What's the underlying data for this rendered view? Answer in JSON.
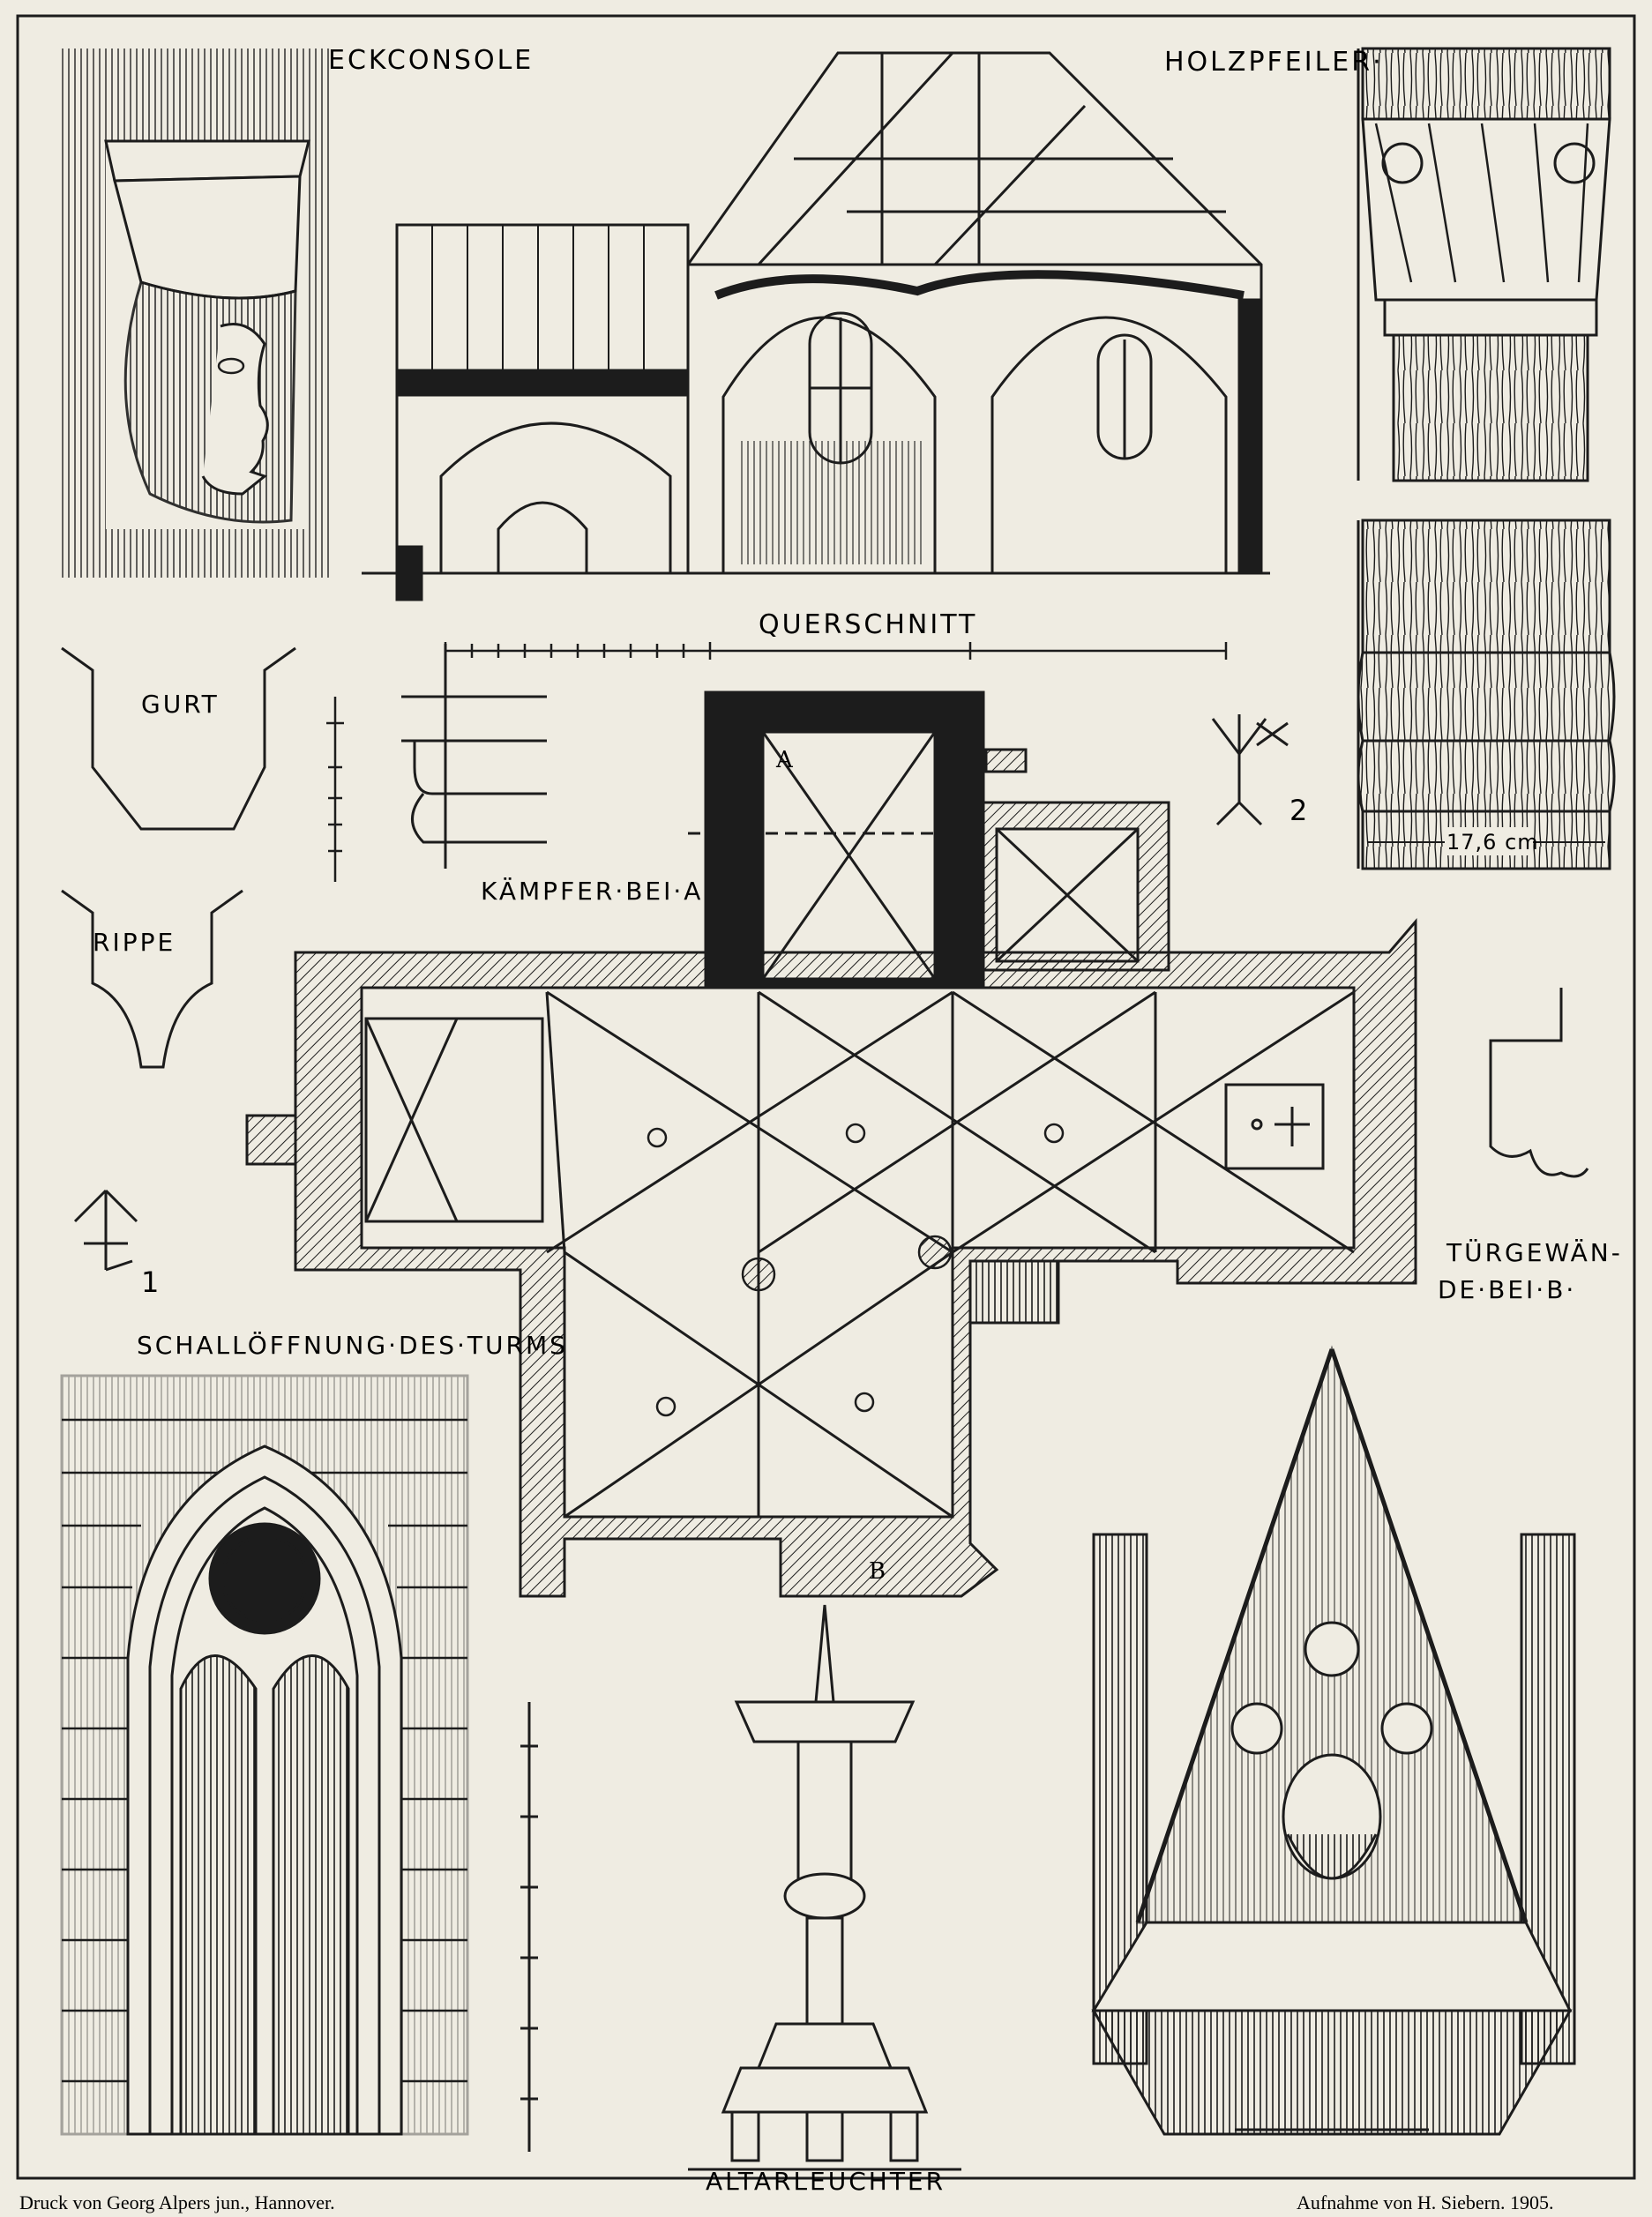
{
  "labels": {
    "eckconsole": "ECKCONSOLE",
    "holzpfeiler": "HOLZPFEILER·",
    "querschnitt": "QUERSCHNITT",
    "gurt": "GURT",
    "rippe": "RIPPE",
    "kaempfer": "KÄMPFER·BEI·A",
    "mark_a": "A",
    "mark_b": "B",
    "mason_mark_1": "1",
    "mason_mark_2": "2",
    "measure": "17,6 cm",
    "tuergewaende_1": "TÜRGEWÄN-",
    "tuergewaende_2": "DE·BEI·B·",
    "schalloeffnung": "SCHALLÖFFNUNG·DES·TURMS",
    "altarleuchter": "ALTARLEUCHTER"
  },
  "footer": {
    "printer": "Druck von Georg Alpers jun., Hannover.",
    "surveyor": "Aufnahme von H. Siebern. 1905."
  },
  "colors": {
    "paper": "#efece2",
    "ink": "#1c1c1c"
  }
}
